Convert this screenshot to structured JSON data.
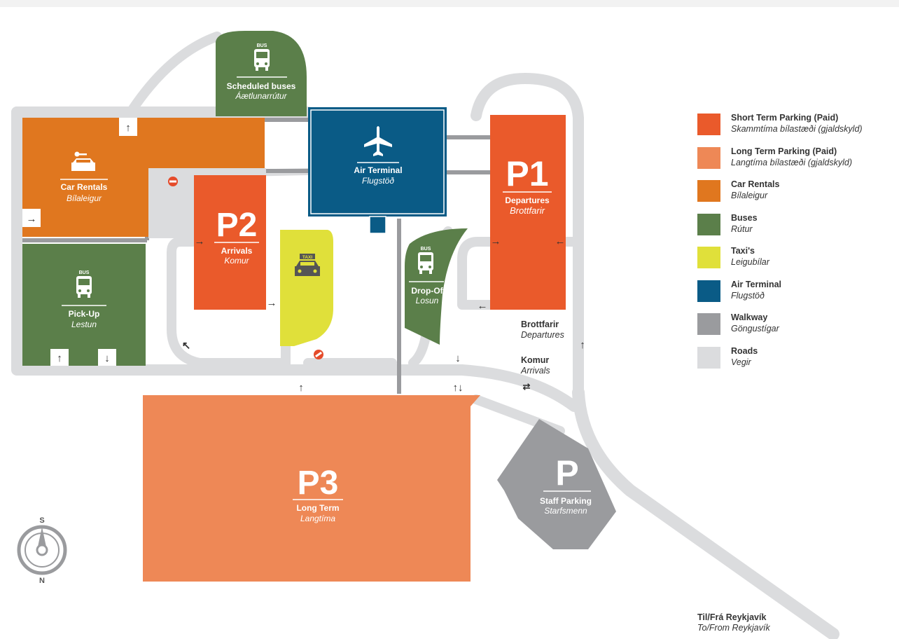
{
  "colors": {
    "short_term": "#ea5a2b",
    "long_term": "#ee8856",
    "car_rentals": "#e0771f",
    "buses": "#5b7f4a",
    "taxi": "#e0e03a",
    "terminal": "#0a5b86",
    "walkway": "#9a9b9e",
    "roads": "#dbdcde"
  },
  "zones": {
    "air_terminal": {
      "en": "Air Terminal",
      "is": "Flugstöð"
    },
    "p1": {
      "code": "P1",
      "en": "Departures",
      "is": "Brottfarir"
    },
    "p2": {
      "code": "P2",
      "en": "Arrivals",
      "is": "Komur"
    },
    "p3": {
      "code": "P3",
      "en": "Long Term",
      "is": "Langtíma"
    },
    "staff": {
      "code": "P",
      "en": "Staff Parking",
      "is": "Starfsmenn"
    },
    "car_rentals": {
      "en": "Car Rentals",
      "is": "Bílaleigur"
    },
    "scheduled_buses": {
      "en": "Scheduled buses",
      "is": "Áætlunarrútur"
    },
    "pickup": {
      "en": "Pick-Up",
      "is": "Lestun"
    },
    "dropoff": {
      "en": "Drop-Off",
      "is": "Losun"
    },
    "bus_badge": "BUS",
    "taxi_badge": "TAXI"
  },
  "road_labels": {
    "departures": {
      "en": "Brottfarir",
      "is": "Departures"
    },
    "arrivals": {
      "en": "Komur",
      "is": "Arrivals"
    },
    "reykjavik": {
      "en": "Til/Frá Reykjavík",
      "is": "To/From Reykjavík"
    }
  },
  "compass": {
    "top": "S",
    "bottom": "N"
  },
  "legend": [
    {
      "en": "Short Term Parking (Paid)",
      "is": "Skammtíma bílastæði (gjaldskyld)",
      "color": "#ea5a2b"
    },
    {
      "en": "Long Term Parking (Paid)",
      "is": "Langtíma bílastæði (gjaldskyld)",
      "color": "#ee8856"
    },
    {
      "en": "Car Rentals",
      "is": "Bílaleigur",
      "color": "#e0771f"
    },
    {
      "en": "Buses",
      "is": "Rútur",
      "color": "#5b7f4a"
    },
    {
      "en": "Taxi's",
      "is": "Leigubílar",
      "color": "#e0e03a"
    },
    {
      "en": "Air Terminal",
      "is": "Flugstöð",
      "color": "#0a5b86"
    },
    {
      "en": "Walkway",
      "is": "Göngustígar",
      "color": "#9a9b9e"
    },
    {
      "en": "Roads",
      "is": "Vegir",
      "color": "#dbdcde"
    }
  ]
}
